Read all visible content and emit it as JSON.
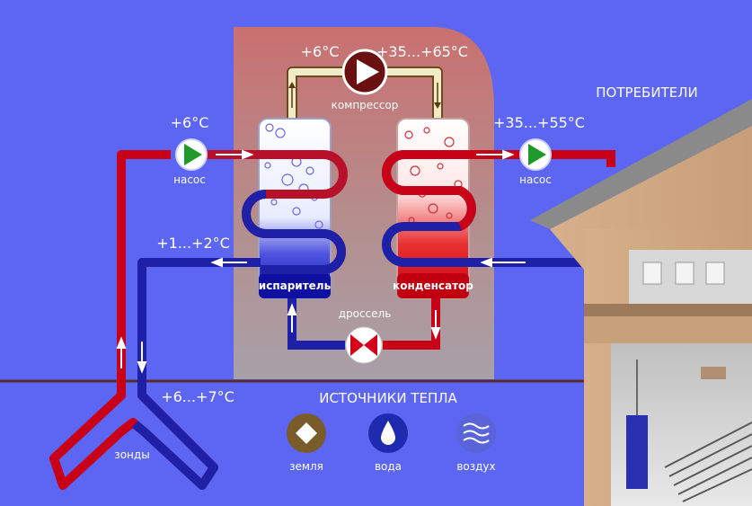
{
  "title": "ПОТРЕБИТЕЛИ",
  "sources_title": "ИСТОЧНИКИ ТЕПЛА",
  "sources": [
    {
      "label": "земля",
      "icon": "diamond-icon",
      "color": "#7a5b2a"
    },
    {
      "label": "вода",
      "icon": "water-drop-icon",
      "color": "#1e2ab0"
    },
    {
      "label": "воздух",
      "icon": "air-waves-icon",
      "color": "#5a63d8"
    }
  ],
  "compressor": {
    "label": "компрессор",
    "temp_in": "+6°C",
    "temp_out": "+35...+65°C"
  },
  "evaporator": {
    "label": "испаритель"
  },
  "condenser": {
    "label": "конденсатор"
  },
  "throttle": {
    "label": "дроссель"
  },
  "pump_left": {
    "label": "насос",
    "temp": "+6°C"
  },
  "pump_right": {
    "label": "насос",
    "temp": "+35...+55°C"
  },
  "return_temp": "+1...+2°C",
  "probe_temp": "+6...+7°C",
  "probes_label": "зонды",
  "colors": {
    "background": "#5c66f2",
    "hot": "#d4001a",
    "cold": "#1a1aa8",
    "pump": "#1f9a2a",
    "compressor": "#6a1010",
    "throttle": "#d4001a"
  }
}
